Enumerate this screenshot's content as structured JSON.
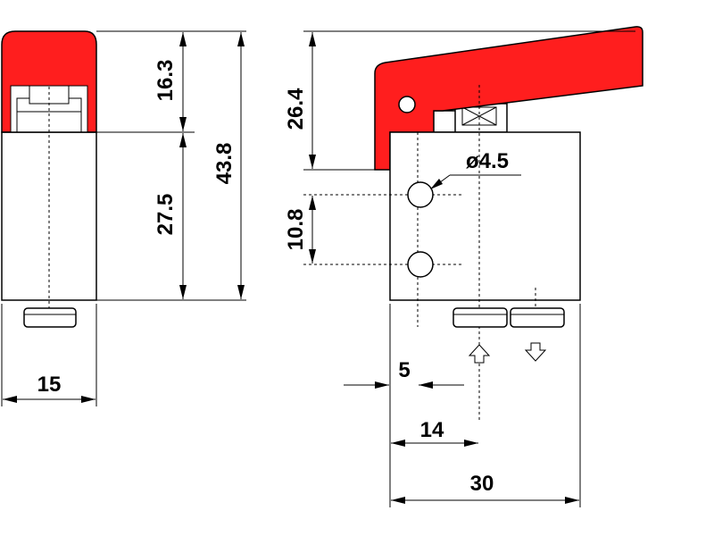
{
  "colors": {
    "lever": "#ff1e1e",
    "outline": "#000000",
    "background": "#ffffff"
  },
  "dimensions": {
    "side_top": "16.3",
    "side_bottom": "27.5",
    "side_total": "43.8",
    "side_width": "15",
    "front_lever_height": "26.4",
    "front_hole_spacing": "10.8",
    "front_hole_diameter": "ø4.5",
    "front_hole_offset": "5",
    "front_port_offset": "14",
    "front_width": "30"
  }
}
